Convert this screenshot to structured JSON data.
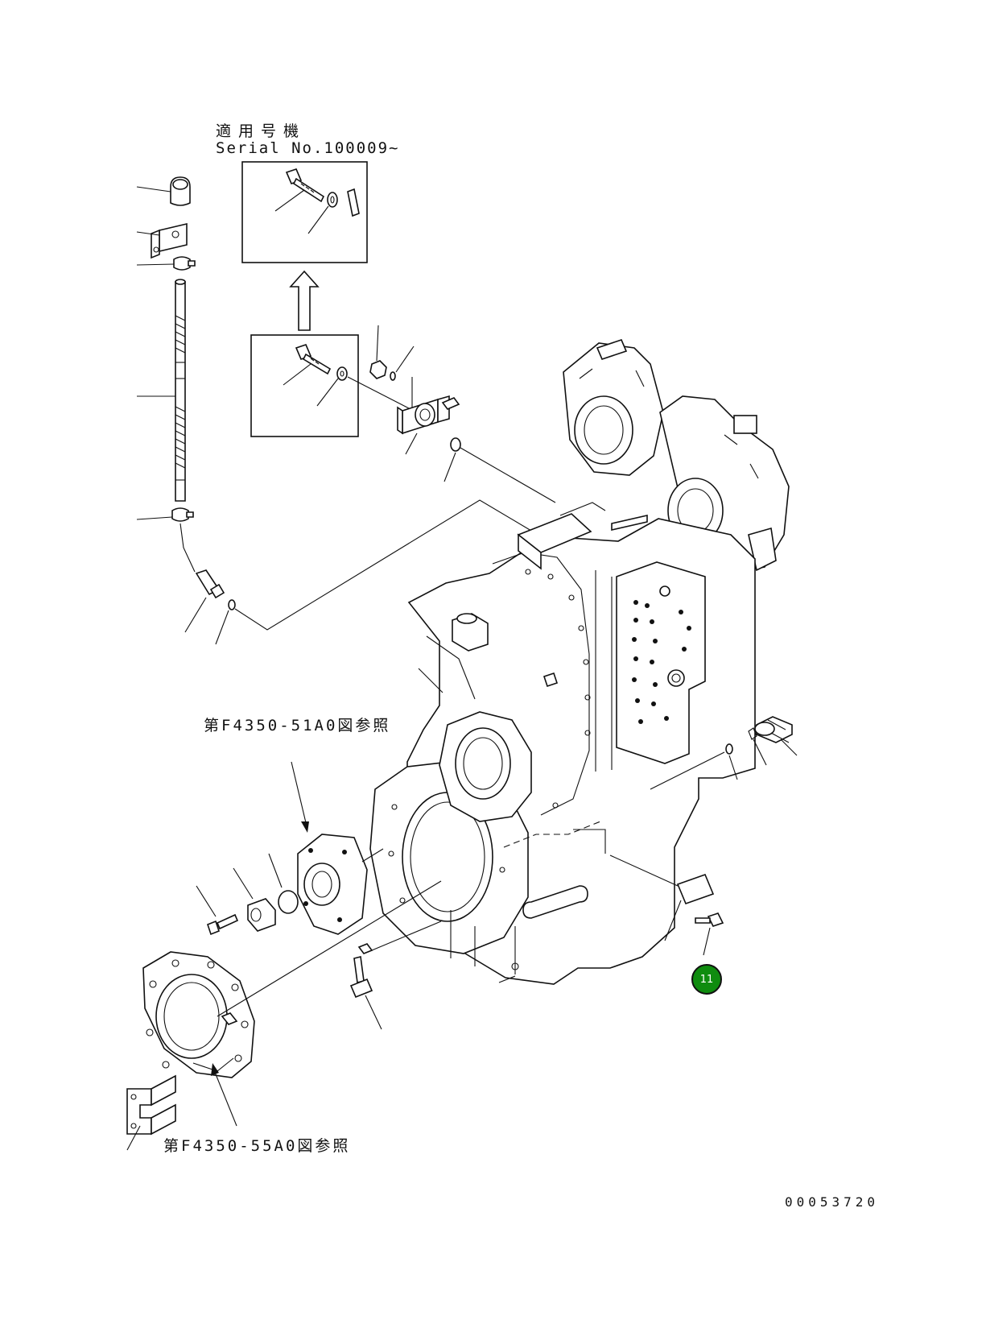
{
  "labels": {
    "serial_title": "適用号機",
    "serial_no": "Serial No.100009~",
    "ref_f4350_51a0": "第F4350-51A0図参照",
    "ref_f4350_55a0": "第F4350-55A0図参照",
    "drawing_no": "00053720"
  },
  "callout": {
    "number": "11",
    "color": "#0f8c0f"
  }
}
